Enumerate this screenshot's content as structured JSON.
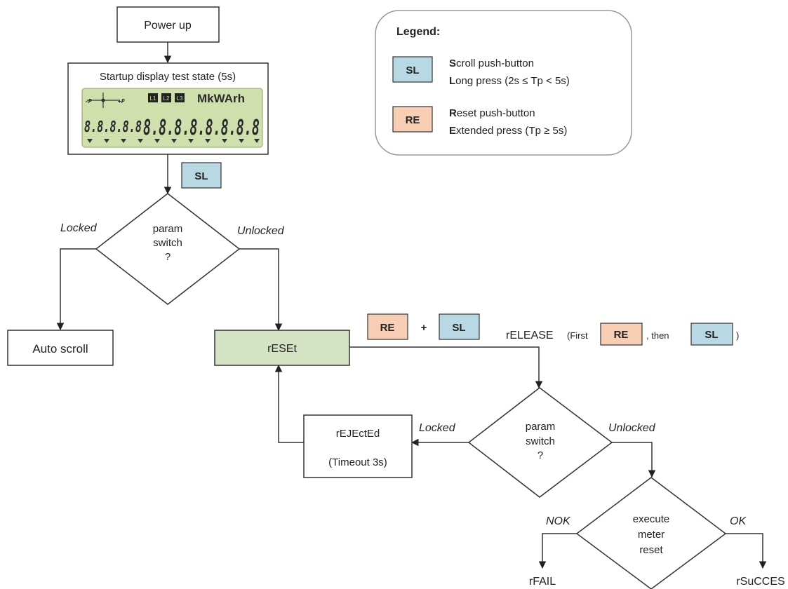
{
  "nodes": {
    "power_up": "Power up",
    "startup_title": "Startup display test state (5s)",
    "lcd": {
      "units": "MkWArh",
      "l1": "L1",
      "l2": "L2",
      "l3": "L3",
      "digits_left": "8.8.8.8.8",
      "digits_right": "8.8.8.8.8.8.8.8"
    },
    "decision1": [
      "param",
      "switch",
      "?"
    ],
    "auto_scroll": "Auto scroll",
    "reset": "rESEt",
    "rejected_1": "rEJEctEd",
    "rejected_2": "(Timeout 3s)",
    "decision2": [
      "param",
      "switch",
      "?"
    ],
    "decision3": [
      "execute",
      "meter",
      "reset"
    ],
    "fail": "rFAIL",
    "success": "rSuCCES"
  },
  "edges": {
    "locked_1": "Locked",
    "unlocked_1": "Unlocked",
    "locked_2": "Locked",
    "unlocked_2": "Unlocked",
    "nok": "NOK",
    "ok": "OK",
    "plus": "+",
    "release_prefix": "rELEASE",
    "release_first": "(First",
    "release_then": ", then",
    "release_close": ")"
  },
  "badges": {
    "sl": "SL",
    "re": "RE",
    "sl_color": "#b8d9e4",
    "re_color": "#f8cfb4"
  },
  "legend": {
    "title": "Legend:",
    "sl_line1_bold": "S",
    "sl_line1_rest": "croll push-button",
    "sl_line2_bold": "L",
    "sl_line2_rest": "ong press (2s ≤ Tp < 5s)",
    "re_line1_bold": "R",
    "re_line1_rest": "eset push-button",
    "re_line2_bold": "E",
    "re_line2_rest": "xtended press (Tp ≥ 5s)"
  },
  "colors": {
    "reset_fill": "#d4e3c4",
    "lcd_fill": "#cfe0ad"
  }
}
